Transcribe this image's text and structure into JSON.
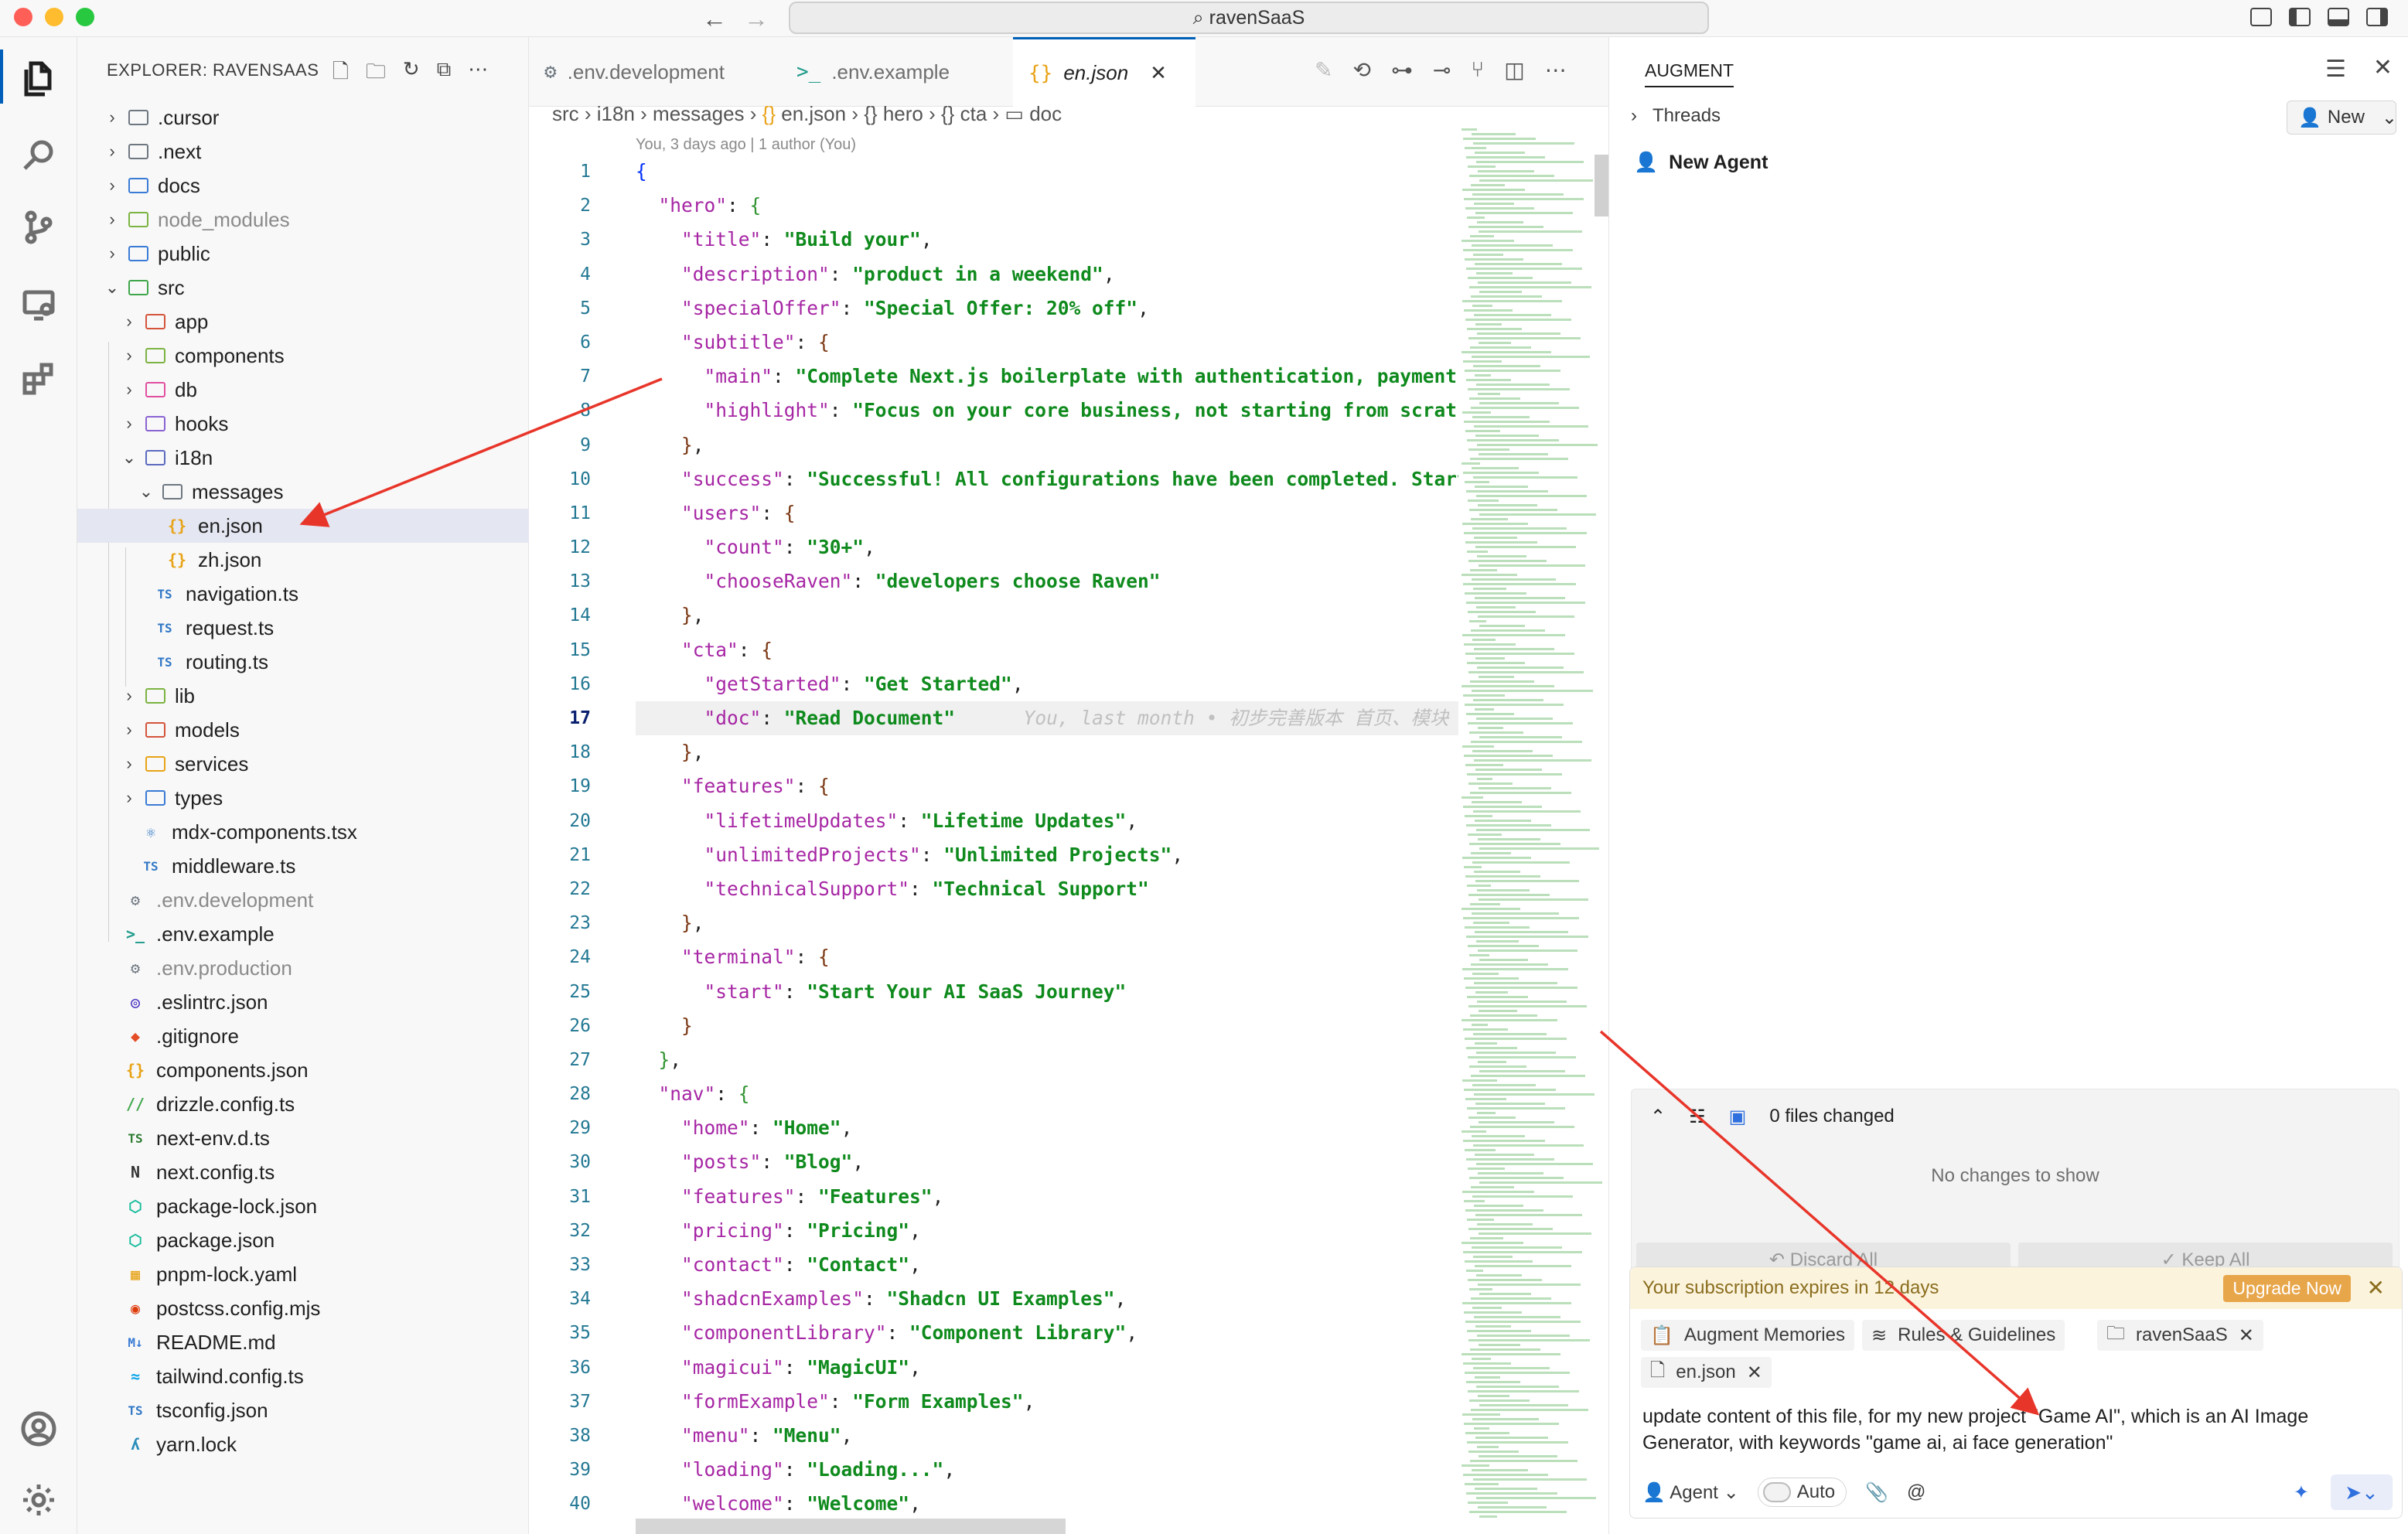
{
  "window": {
    "search_text": "ravenSaaS"
  },
  "explorer": {
    "title": "EXPLORER: RAVENSAAS",
    "items": [
      {
        "label": "cursor_dir",
        "text": ".cursor"
      },
      {
        "text": ".next"
      },
      {
        "text": "docs"
      },
      {
        "text": "node_modules"
      },
      {
        "text": "public"
      },
      {
        "text": "src"
      },
      {
        "text": "app"
      },
      {
        "text": "components"
      },
      {
        "text": "db"
      },
      {
        "text": "hooks"
      },
      {
        "text": "i18n"
      },
      {
        "text": "messages"
      },
      {
        "text": "en.json"
      },
      {
        "text": "zh.json"
      },
      {
        "text": "navigation.ts"
      },
      {
        "text": "request.ts"
      },
      {
        "text": "routing.ts"
      },
      {
        "text": "lib"
      },
      {
        "text": "models"
      },
      {
        "text": "services"
      },
      {
        "text": "types"
      },
      {
        "text": "mdx-components.tsx"
      },
      {
        "text": "middleware.ts"
      },
      {
        "text": ".env.development"
      },
      {
        "text": ".env.example"
      },
      {
        "text": ".env.production"
      },
      {
        "text": ".eslintrc.json"
      },
      {
        "text": ".gitignore"
      },
      {
        "text": "components.json"
      },
      {
        "text": "drizzle.config.ts"
      },
      {
        "text": "next-env.d.ts"
      },
      {
        "text": "next.config.ts"
      },
      {
        "text": "package-lock.json"
      },
      {
        "text": "package.json"
      },
      {
        "text": "pnpm-lock.yaml"
      },
      {
        "text": "postcss.config.mjs"
      },
      {
        "text": "README.md"
      },
      {
        "text": "tailwind.config.ts"
      },
      {
        "text": "tsconfig.json"
      },
      {
        "text": "yarn.lock"
      }
    ]
  },
  "tabs": [
    {
      "label": ".env.development"
    },
    {
      "label": ".env.example"
    },
    {
      "label": "en.json"
    }
  ],
  "breadcrumb": {
    "p1": "src",
    "p2": "i18n",
    "p3": "messages",
    "p4": "en.json",
    "p5": "hero",
    "p6": "cta",
    "p7": "doc"
  },
  "blame": {
    "header": "You, 3 days ago | 1 author (You)",
    "inline": "You, last month • 初步完善版本 首页、模块"
  },
  "code": {
    "lines": [
      "1",
      "2",
      "3",
      "4",
      "5",
      "6",
      "7",
      "8",
      "9",
      "10",
      "11",
      "12",
      "13",
      "14",
      "15",
      "16",
      "17",
      "18",
      "19",
      "20",
      "21",
      "22",
      "23",
      "24",
      "25",
      "26",
      "27",
      "28",
      "29",
      "30",
      "31",
      "32",
      "33",
      "34",
      "35",
      "36",
      "37",
      "38",
      "39",
      "40"
    ],
    "title": "\"Build your\"",
    "description": "\"product in a weekend\"",
    "specialOffer": "\"Special Offer: 20% off\"",
    "main": "\"Complete Next.js boilerplate with authentication, payments,",
    "highlight": "\"Focus on your core business, not starting from scratch",
    "success": "\"Successful! All configurations have been completed. Start",
    "count": "\"30+\"",
    "chooseRaven": "\"developers choose Raven\"",
    "getStarted": "\"Get Started\"",
    "doc": "\"Read Document\"",
    "lifetimeUpdates": "\"Lifetime Updates\"",
    "unlimitedProjects": "\"Unlimited Projects\"",
    "technicalSupport": "\"Technical Support\"",
    "start": "\"Start Your AI SaaS Journey\"",
    "home": "\"Home\"",
    "posts": "\"Blog\"",
    "features": "\"Features\"",
    "pricing": "\"Pricing\"",
    "contact": "\"Contact\"",
    "shadcnExamples": "\"Shadcn UI Examples\"",
    "componentLibrary": "\"Component Library\"",
    "magicui": "\"MagicUI\"",
    "formExample": "\"Form Examples\"",
    "menu": "\"Menu\"",
    "loading": "\"Loading...\"",
    "welcome": "\"Welcome\""
  },
  "augment": {
    "title": "AUGMENT",
    "threads": "Threads",
    "new_label": "New",
    "agent_name": "New Agent",
    "files_changed": "0 files changed",
    "no_changes": "No changes to show",
    "discard": "Discard All",
    "keep": "Keep All",
    "subscription": "Your subscription expires in 12 days",
    "upgrade": "Upgrade Now",
    "chips": {
      "memories": "Augment Memories",
      "rules": "Rules & Guidelines",
      "workspace": "ravenSaaS",
      "file": "en.json"
    },
    "prompt": "update content of this file, for my new project \"Game AI\", which is an AI Image Generator, with keywords \"game ai, ai face generation\"",
    "mode": "Agent",
    "auto": "Auto"
  },
  "colors": {
    "accent": "#005fb8",
    "annotation_arrow": "#e8352a"
  }
}
